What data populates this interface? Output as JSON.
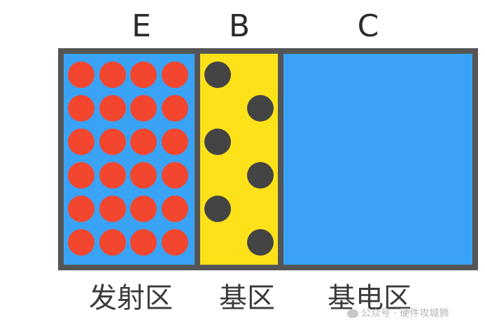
{
  "regions": [
    {
      "id": "e",
      "letter": "E",
      "name": "发射区",
      "fill_color": "#3aa3f5",
      "carrier_color": "#f2462f",
      "carriers": {
        "rows": 6,
        "columns": 4
      }
    },
    {
      "id": "b",
      "letter": "B",
      "name": "基区",
      "fill_color": "#fde21a",
      "carrier_color": "#444444",
      "carriers": {
        "count": 6,
        "pattern": "zigzag"
      }
    },
    {
      "id": "c",
      "letter": "C",
      "name": "基电区",
      "fill_color": "#3aa3f5",
      "carrier_color": null,
      "carriers": {
        "count": 0
      }
    }
  ],
  "border_color": "#555555",
  "watermark": {
    "icon": "chat-bubble-icon",
    "text": "公众号 · 硬件攻城狮"
  }
}
